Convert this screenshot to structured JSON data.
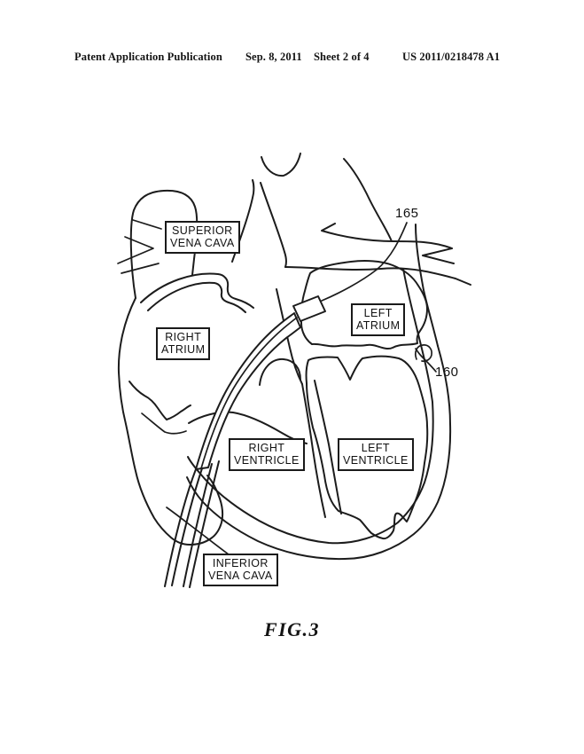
{
  "header": {
    "publication": "Patent Application Publication",
    "date": "Sep. 8, 2011",
    "sheet": "Sheet 2 of 4",
    "doc_number": "US 2011/0218478 A1"
  },
  "figure": {
    "caption": "FIG.3",
    "boxed_labels": [
      {
        "id": "superior-vena-cava",
        "line1": "SUPERIOR",
        "line2": "VENA CAVA"
      },
      {
        "id": "right-atrium",
        "line1": "RIGHT",
        "line2": "ATRIUM"
      },
      {
        "id": "left-atrium",
        "line1": "LEFT",
        "line2": "ATRIUM"
      },
      {
        "id": "right-ventricle",
        "line1": "RIGHT",
        "line2": "VENTRICLE"
      },
      {
        "id": "left-ventricle",
        "line1": "LEFT",
        "line2": "VENTRICLE"
      },
      {
        "id": "inferior-vena-cava",
        "line1": "INFERIOR",
        "line2": "VENA CAVA"
      }
    ],
    "reference_numerals": {
      "catheter_ref": "165",
      "heart_ref": "160"
    }
  },
  "colors": {
    "ink": "#1c1c1c",
    "paper": "#ffffff"
  }
}
